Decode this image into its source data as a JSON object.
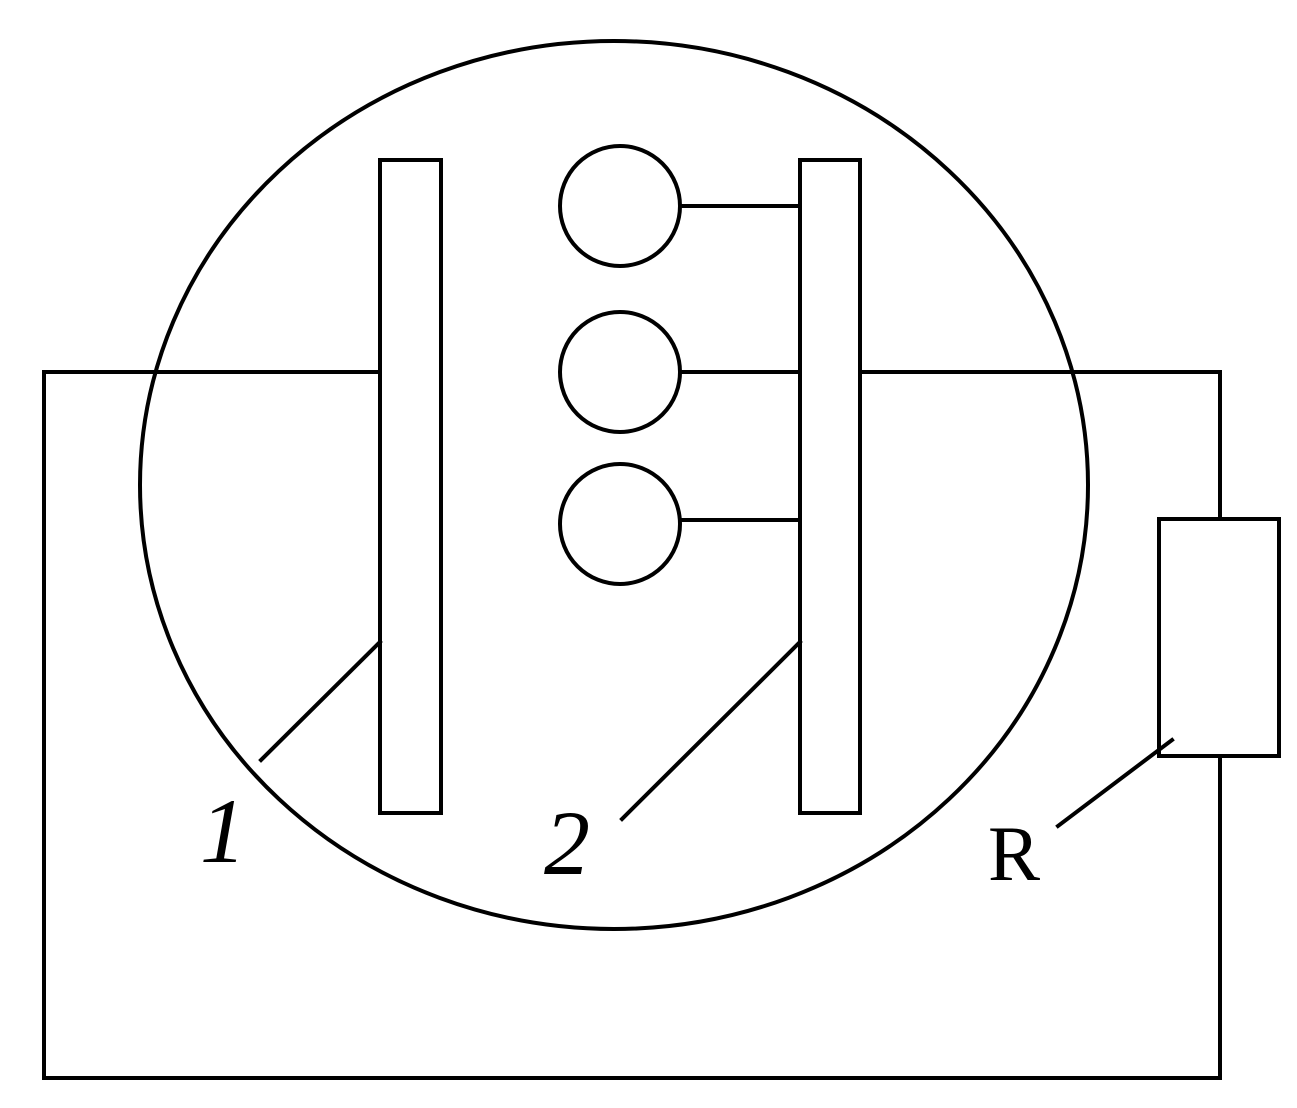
{
  "labels": {
    "electrode_1": "1",
    "electrode_2": "2",
    "resistor": "R"
  },
  "colors": {
    "stroke": "#000000",
    "background": "#ffffff"
  }
}
